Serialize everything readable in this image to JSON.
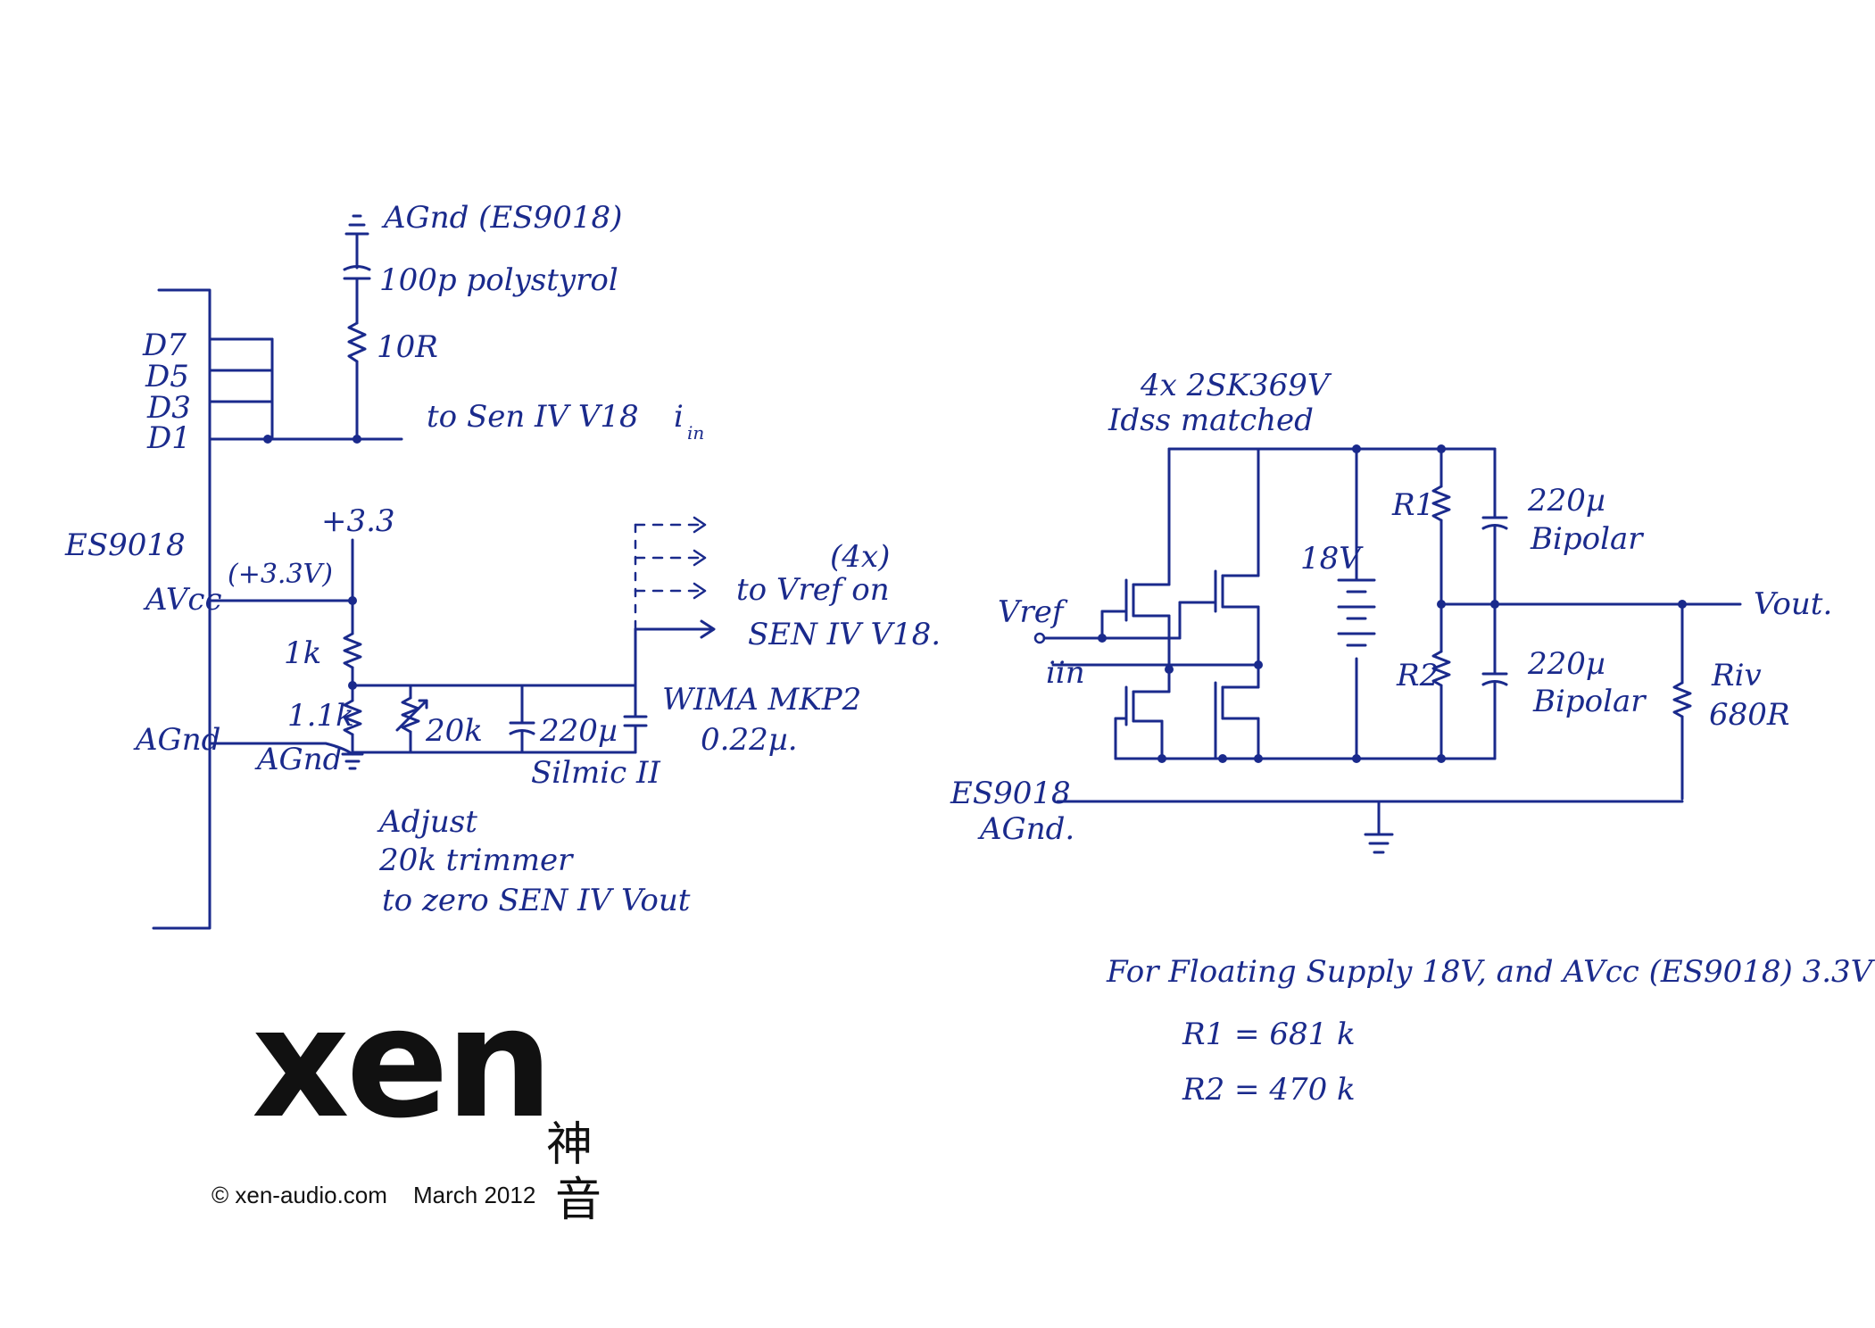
{
  "labels": {
    "agnd_es9018_top": "AGnd (ES9018)",
    "cap_100p": "100p polystyrol",
    "res_10r": "10R",
    "to_sen_iv": "to Sen IV V18",
    "i_in_top": "i",
    "i_in_top_sub": "in",
    "d7": "D7",
    "d5": "D5",
    "d3": "D3",
    "d1": "D1",
    "es9018": "ES9018",
    "avcc": "AVcc",
    "plus33_paren": "(+3.3V)",
    "plus33": "+3.3",
    "res_1k": "1k",
    "res_1_1k": "1.1k",
    "trim_20k": "20k",
    "cap_220u": "220µ",
    "agnd_left": "AGnd",
    "agnd_bottom": "AGnd",
    "silmic": "Silmic II",
    "wima": "WIMA MKP2",
    "wima_val": "0.22µ.",
    "four_x": "(4x)",
    "to_vref_1": "to Vref on",
    "to_vref_2": "SEN IV V18.",
    "adjust_1": "Adjust",
    "adjust_2": "20k trimmer",
    "adjust_3": "to zero SEN IV Vout",
    "jfet_1": "4x 2SK369V",
    "jfet_2": "Idss matched",
    "vref": "Vref",
    "iin_right": "iin",
    "supply_18v": "18V",
    "r1": "R1",
    "r2": "R2",
    "cap_top_val": "220µ",
    "cap_top_type": "Bipolar",
    "cap_bot_val": "220µ",
    "cap_bot_type": "Bipolar",
    "vout": "Vout.",
    "riv": "Riv",
    "riv_val": "680R",
    "es9018_agnd_1": "ES9018",
    "es9018_agnd_2": "AGnd.",
    "note_floating": "For Floating Supply 18V, and AVcc (ES9018) 3.3V",
    "r1_eq": "R1 = 681 k",
    "r2_eq": "R2 = 470 k"
  },
  "logo": {
    "text": "xen",
    "cjk_1": "神",
    "cjk_2": "音"
  },
  "footer": {
    "copyright": "© xen-audio.com",
    "date": "March 2012"
  },
  "colors": {
    "ink": "#1a2a8c",
    "logo": "#111111",
    "background": "#ffffff"
  }
}
